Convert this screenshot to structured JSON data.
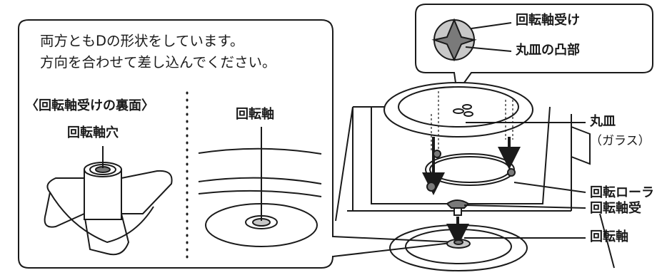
{
  "callout": {
    "line1": "両方ともDの形状をしています。",
    "line2": "方向を合わせて差し込んでください。"
  },
  "left_panel": {
    "heading": "〈回転軸受けの裏面〉",
    "part_label": "回転軸穴",
    "shaft_label": "回転軸"
  },
  "top_callout": {
    "label_upper": "回転軸受け",
    "label_lower": "丸皿の凸部"
  },
  "right_labels": {
    "plate": "丸皿",
    "plate_material": "（ガラス）",
    "roller": "回転ローラ",
    "coupler": "回転軸受",
    "shaft": "回転軸"
  },
  "colors": {
    "ink": "#1a1a1a",
    "part_gray": "#7a7a7a",
    "light_gray": "#c8c8c8"
  }
}
